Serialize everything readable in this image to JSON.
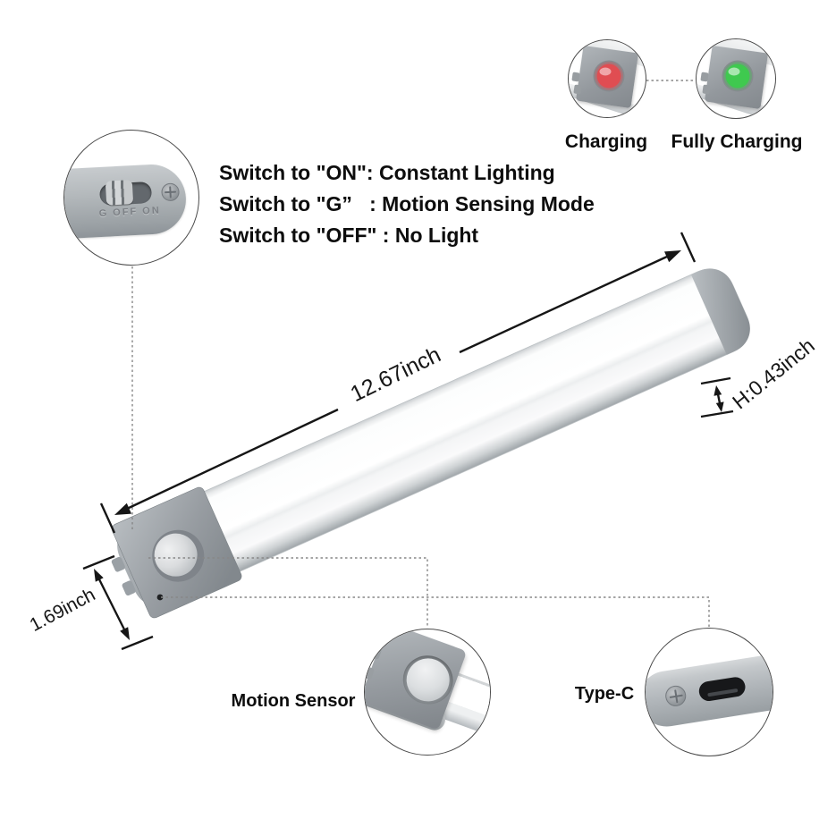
{
  "callouts": {
    "switch": {
      "markings": "G OFF ON"
    },
    "charging": {
      "label": "Charging"
    },
    "fully_charging": {
      "label": "Fully Charging"
    },
    "motion_sensor": {
      "label": "Motion Sensor"
    },
    "type_c": {
      "label": "Type-C"
    }
  },
  "instructions": {
    "line1": "Switch to \"ON\": Constant Lighting",
    "line2": "Switch to \"G”   : Motion Sensing Mode",
    "line3": "Switch to \"OFF\" : No Light"
  },
  "dimensions": {
    "length": "12.67inch",
    "height": "H:0.43inch",
    "depth": "1.69inch"
  },
  "colors": {
    "charging_led": "#e04d52",
    "fully_charged_led": "#3fc94f",
    "dimension_line": "#161616",
    "connector_dotted": "#878787"
  }
}
